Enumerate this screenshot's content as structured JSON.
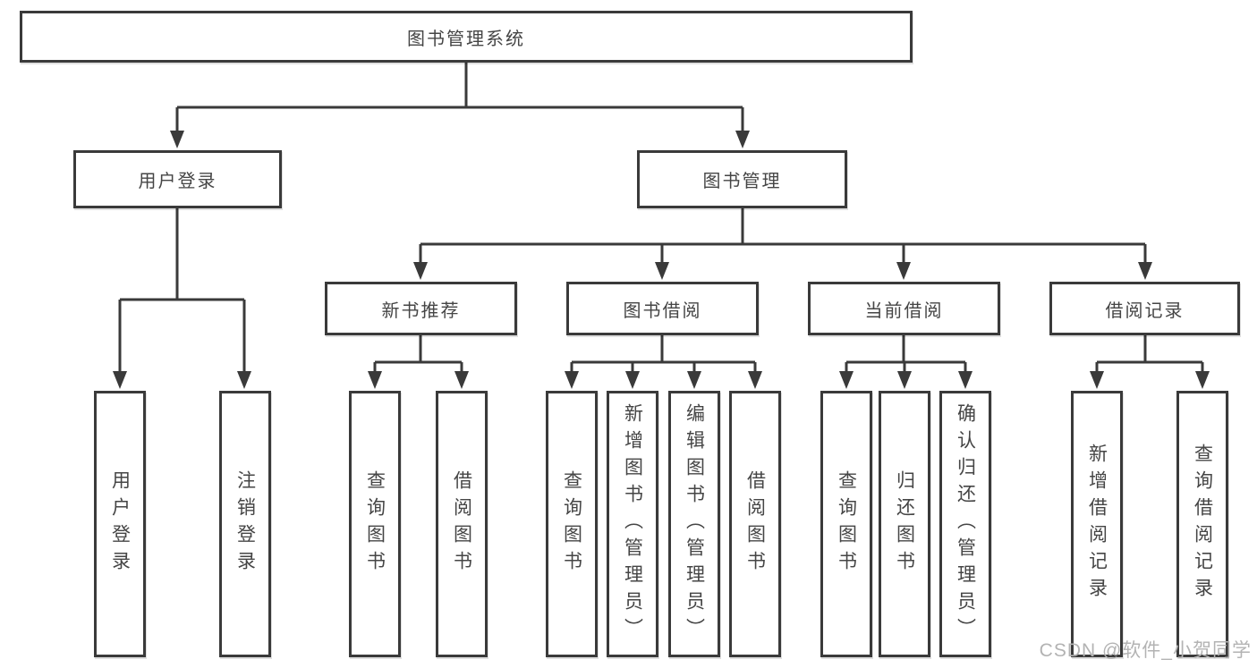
{
  "nodes": {
    "root": {
      "label": "图书管理系统"
    },
    "level2": [
      {
        "label": "用户登录"
      },
      {
        "label": "图书管理"
      }
    ],
    "level3": [
      {
        "label": "新书推荐"
      },
      {
        "label": "图书借阅"
      },
      {
        "label": "当前借阅"
      },
      {
        "label": "借阅记录"
      }
    ],
    "leaves_user": [
      {
        "label": "用户登录"
      },
      {
        "label": "注销登录"
      }
    ],
    "leaves_newbook": [
      {
        "label": "查询图书"
      },
      {
        "label": "借阅图书"
      }
    ],
    "leaves_borrow": [
      {
        "label": "查询图书"
      },
      {
        "label": "新增图书（管理员）"
      },
      {
        "label": "编辑图书（管理员）"
      },
      {
        "label": "借阅图书"
      }
    ],
    "leaves_current": [
      {
        "label": "查询图书"
      },
      {
        "label": "归还图书"
      },
      {
        "label": "确认归还（管理员）"
      }
    ],
    "leaves_record": [
      {
        "label": "新增借阅记录"
      },
      {
        "label": "查询借阅记录"
      }
    ]
  },
  "watermark": {
    "text": "CSDN @软件_小贺同学"
  },
  "colors": {
    "line": "#3a3a3a",
    "text": "#454545",
    "watermark": "#b3b3b3",
    "background": "#ffffff"
  }
}
